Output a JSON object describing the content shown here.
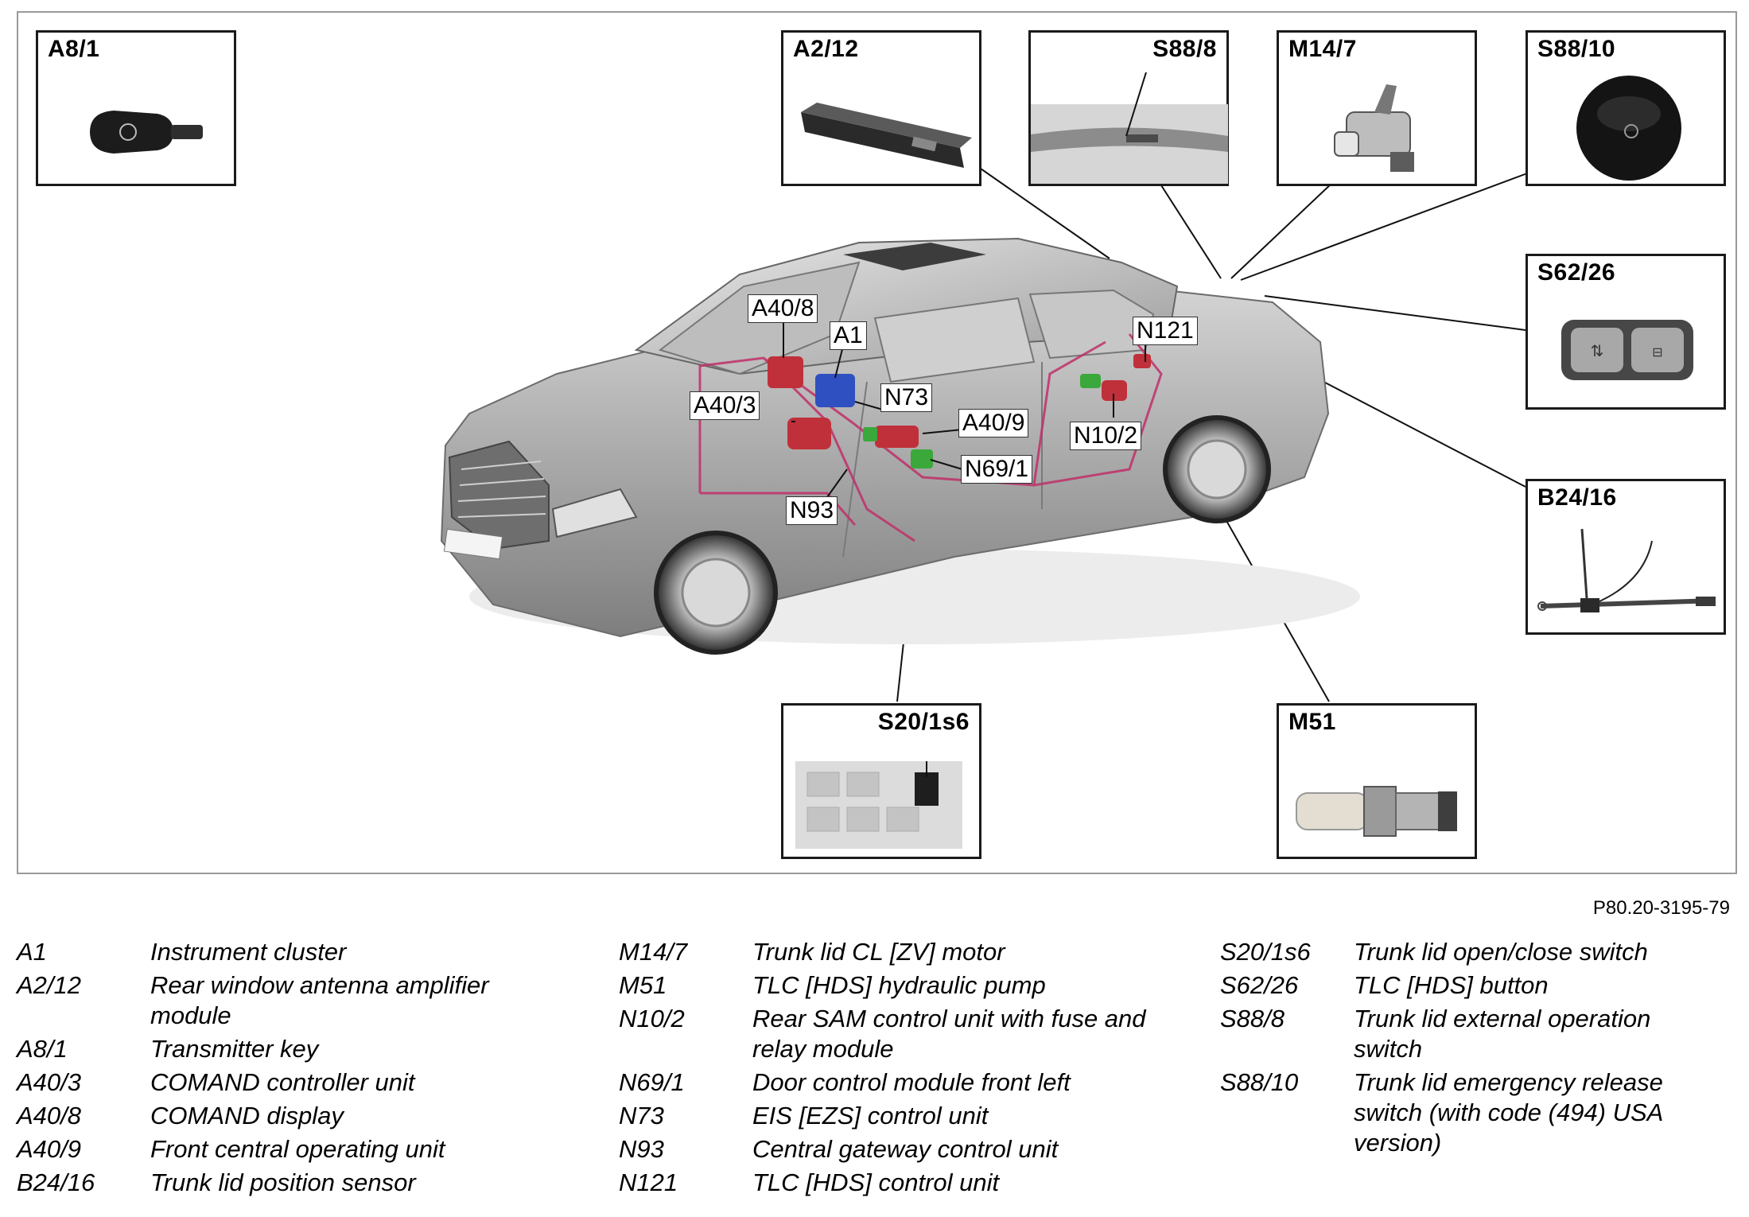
{
  "boxes": {
    "a8_1": "A8/1",
    "a2_12": "A2/12",
    "s88_8": "S88/8",
    "m14_7": "M14/7",
    "s88_10": "S88/10",
    "s62_26": "S62/26",
    "b24_16": "B24/16",
    "s20_1s6": "S20/1s6",
    "m51": "M51"
  },
  "car_labels": {
    "a40_8": "A40/8",
    "a1": "A1",
    "a40_3": "A40/3",
    "n73": "N73",
    "a40_9": "A40/9",
    "n69_1": "N69/1",
    "n93": "N93",
    "n121": "N121",
    "n10_2": "N10/2"
  },
  "doc_code": "P80.20-3195-79",
  "legend": {
    "col1": [
      {
        "code": "A1",
        "desc": "Instrument cluster"
      },
      {
        "code": "A2/12",
        "desc": "Rear window antenna amplifier module"
      },
      {
        "code": "A8/1",
        "desc": "Transmitter key"
      },
      {
        "code": "A40/3",
        "desc": "COMAND controller unit"
      },
      {
        "code": "A40/8",
        "desc": "COMAND display"
      },
      {
        "code": "A40/9",
        "desc": "Front central operating unit"
      },
      {
        "code": "B24/16",
        "desc": "Trunk lid position sensor"
      }
    ],
    "col2": [
      {
        "code": "M14/7",
        "desc": "Trunk lid CL [ZV] motor"
      },
      {
        "code": "M51",
        "desc": "TLC [HDS] hydraulic pump"
      },
      {
        "code": "N10/2",
        "desc": "Rear SAM control unit with fuse and relay module"
      },
      {
        "code": "N69/1",
        "desc": "Door control module front left"
      },
      {
        "code": "N73",
        "desc": "EIS [EZS] control unit"
      },
      {
        "code": "N93",
        "desc": "Central gateway control unit"
      },
      {
        "code": "N121",
        "desc": "TLC [HDS] control unit"
      }
    ],
    "col3": [
      {
        "code": "S20/1s6",
        "desc": "Trunk lid open/close switch"
      },
      {
        "code": "S62/26",
        "desc": "TLC [HDS] button"
      },
      {
        "code": "S88/8",
        "desc": "Trunk lid external operation switch"
      },
      {
        "code": "S88/10",
        "desc": "Trunk lid emergency release switch (with code (494) USA version)"
      }
    ]
  },
  "colors": {
    "frame": "#9a9a9a",
    "car_body": "#a7a7a7",
    "wiring": "#c0306a",
    "module_red": "#c0303a",
    "module_blue": "#2f50c0",
    "module_green": "#3aa83a"
  },
  "icons": [
    "transmitter-key-icon",
    "antenna-amplifier-icon",
    "trunk-handle-icon",
    "cl-motor-icon",
    "emergency-release-icon",
    "tlc-button-icon",
    "position-sensor-icon",
    "open-close-switch-icon",
    "hydraulic-pump-icon",
    "sedan-car-icon"
  ]
}
